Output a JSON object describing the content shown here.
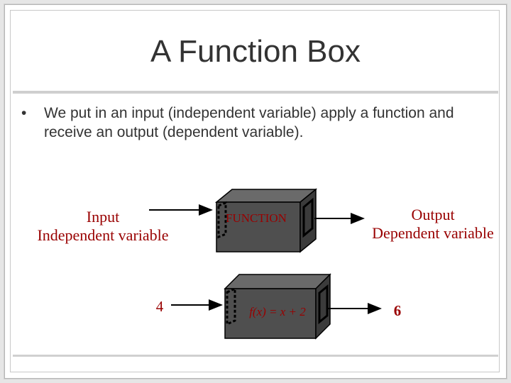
{
  "slide": {
    "title": "A Function Box",
    "bullet": "We put in an input (independent variable) apply a function and receive an output (dependent variable)."
  },
  "diagram": {
    "input_label_line1": "Input",
    "input_label_line2": "Independent variable",
    "output_label_line1": "Output",
    "output_label_line2": "Dependent variable",
    "box1_label": "FUNCTION",
    "input_value": "4",
    "box2_label": "f(x) = x + 2",
    "output_value": "6",
    "colors": {
      "label_text": "#990000",
      "box_front": "#4d4d4d",
      "box_top": "#666666",
      "box_side": "#3a3a3a"
    }
  }
}
